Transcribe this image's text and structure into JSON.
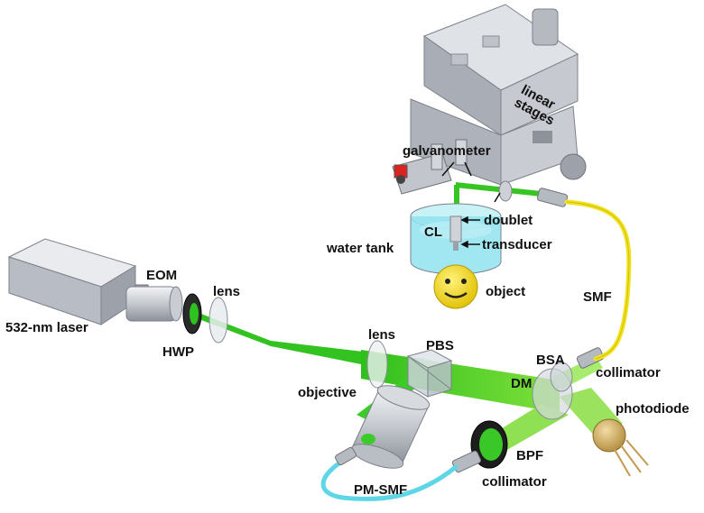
{
  "labels": {
    "laser": "532-nm laser",
    "eom": "EOM",
    "lens_left": "lens",
    "hwp": "HWP",
    "lens_mid": "lens",
    "pbs": "PBS",
    "objective": "objective",
    "pm_smf": "PM-SMF",
    "bpf": "BPF",
    "collimator_bottom": "collimator",
    "dm": "DM",
    "bsa": "BSA",
    "collimator_right": "collimator",
    "photodiode": "photodiode",
    "smf": "SMF",
    "object": "object",
    "water_tank": "water tank",
    "cl": "CL",
    "transducer": "transducer",
    "doublet": "doublet",
    "galvanometer": "galvanometer",
    "linear_stages": "linear\nstages"
  },
  "colors": {
    "beam_green": "#33cc22",
    "beam_light": "#aef07a",
    "fiber_yellow": "#f2e21e",
    "fiber_cyan": "#5fd6e6",
    "metal_gray": "#b8bcc4",
    "water": "#8fe3ee",
    "smiley": "#f5d800"
  }
}
